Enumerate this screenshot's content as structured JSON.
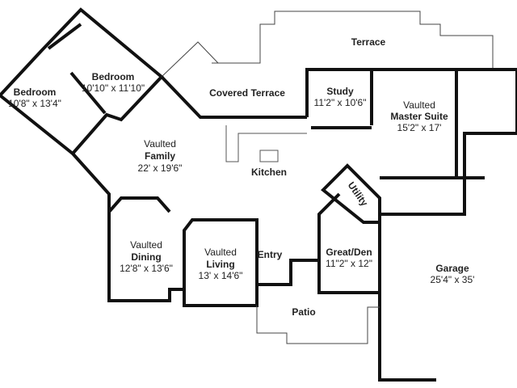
{
  "rooms": {
    "terrace": {
      "name": "Terrace"
    },
    "bedroom2": {
      "name": "Bedroom",
      "size": "10'10\" x 11'10\""
    },
    "bedroom1": {
      "name": "Bedroom",
      "size": "10'8\" x 13'4\""
    },
    "covered_terrace": {
      "name": "Covered Terrace"
    },
    "study": {
      "name": "Study",
      "size": "11'2\" x 10'6\""
    },
    "master": {
      "prefix": "Vaulted",
      "name": "Master Suite",
      "size": "15'2\" x 17'"
    },
    "family": {
      "prefix": "Vaulted",
      "name": "Family",
      "size": "22' x 19'6\""
    },
    "kitchen": {
      "name": "Kitchen"
    },
    "utility": {
      "name": "Utility"
    },
    "dining": {
      "prefix": "Vaulted",
      "name": "Dining",
      "size": "12'8\" x 13'6\""
    },
    "living": {
      "prefix": "Vaulted",
      "name": "Living",
      "size": "13' x 14'6\""
    },
    "entry": {
      "name": "Entry"
    },
    "den": {
      "name": "Great/Den",
      "size": "11\"2\" x 12\""
    },
    "garage": {
      "name": "Garage",
      "size": "25'4\" x 35'"
    },
    "patio": {
      "name": "Patio"
    }
  }
}
